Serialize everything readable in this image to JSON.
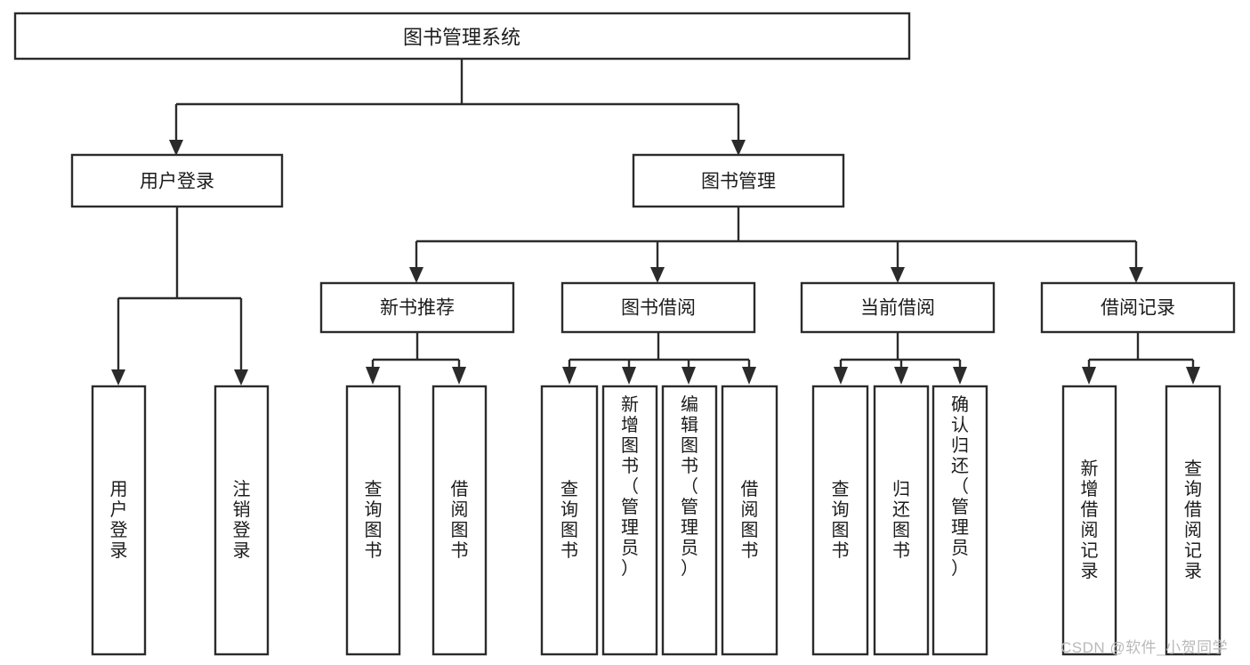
{
  "diagram": {
    "title": "图书管理系统",
    "watermark": "CSDN @软件_小贺同学",
    "colors": {
      "background": "#ffffff",
      "stroke": "#2b2b2b",
      "text": "#1c1c1c",
      "watermark": "#b9b9b9"
    },
    "root": {
      "label": "图书管理系统"
    },
    "level2": [
      {
        "label": "用户登录"
      },
      {
        "label": "图书管理"
      }
    ],
    "level3": [
      {
        "label": "新书推荐"
      },
      {
        "label": "图书借阅"
      },
      {
        "label": "当前借阅"
      },
      {
        "label": "借阅记录"
      }
    ],
    "leaves": {
      "user_login": [
        {
          "label": "用户登录",
          "chars": [
            "用",
            "户",
            "登",
            "录"
          ]
        },
        {
          "label": "注销登录",
          "chars": [
            "注",
            "销",
            "登",
            "录"
          ]
        }
      ],
      "new_book_recommend": [
        {
          "label": "查询图书",
          "chars": [
            "查",
            "询",
            "图",
            "书"
          ]
        },
        {
          "label": "借阅图书",
          "chars": [
            "借",
            "阅",
            "图",
            "书"
          ]
        }
      ],
      "book_borrow": [
        {
          "label": "查询图书",
          "chars": [
            "查",
            "询",
            "图",
            "书"
          ]
        },
        {
          "label": "新增图书（管理员）",
          "chars": [
            "新",
            "增",
            "图",
            "书",
            "（",
            "管",
            "理",
            "员",
            "）"
          ]
        },
        {
          "label": "编辑图书（管理员）",
          "chars": [
            "编",
            "辑",
            "图",
            "书",
            "（",
            "管",
            "理",
            "员",
            "）"
          ]
        },
        {
          "label": "借阅图书",
          "chars": [
            "借",
            "阅",
            "图",
            "书"
          ]
        }
      ],
      "current_borrow": [
        {
          "label": "查询图书",
          "chars": [
            "查",
            "询",
            "图",
            "书"
          ]
        },
        {
          "label": "归还图书",
          "chars": [
            "归",
            "还",
            "图",
            "书"
          ]
        },
        {
          "label": "确认归还（管理员）",
          "chars": [
            "确",
            "认",
            "归",
            "还",
            "（",
            "管",
            "理",
            "员",
            "）"
          ]
        }
      ],
      "borrow_record": [
        {
          "label": "新增借阅记录",
          "chars": [
            "新",
            "增",
            "借",
            "阅",
            "记",
            "录"
          ]
        },
        {
          "label": "查询借阅记录",
          "chars": [
            "查",
            "询",
            "借",
            "阅",
            "记",
            "录"
          ]
        }
      ]
    }
  }
}
